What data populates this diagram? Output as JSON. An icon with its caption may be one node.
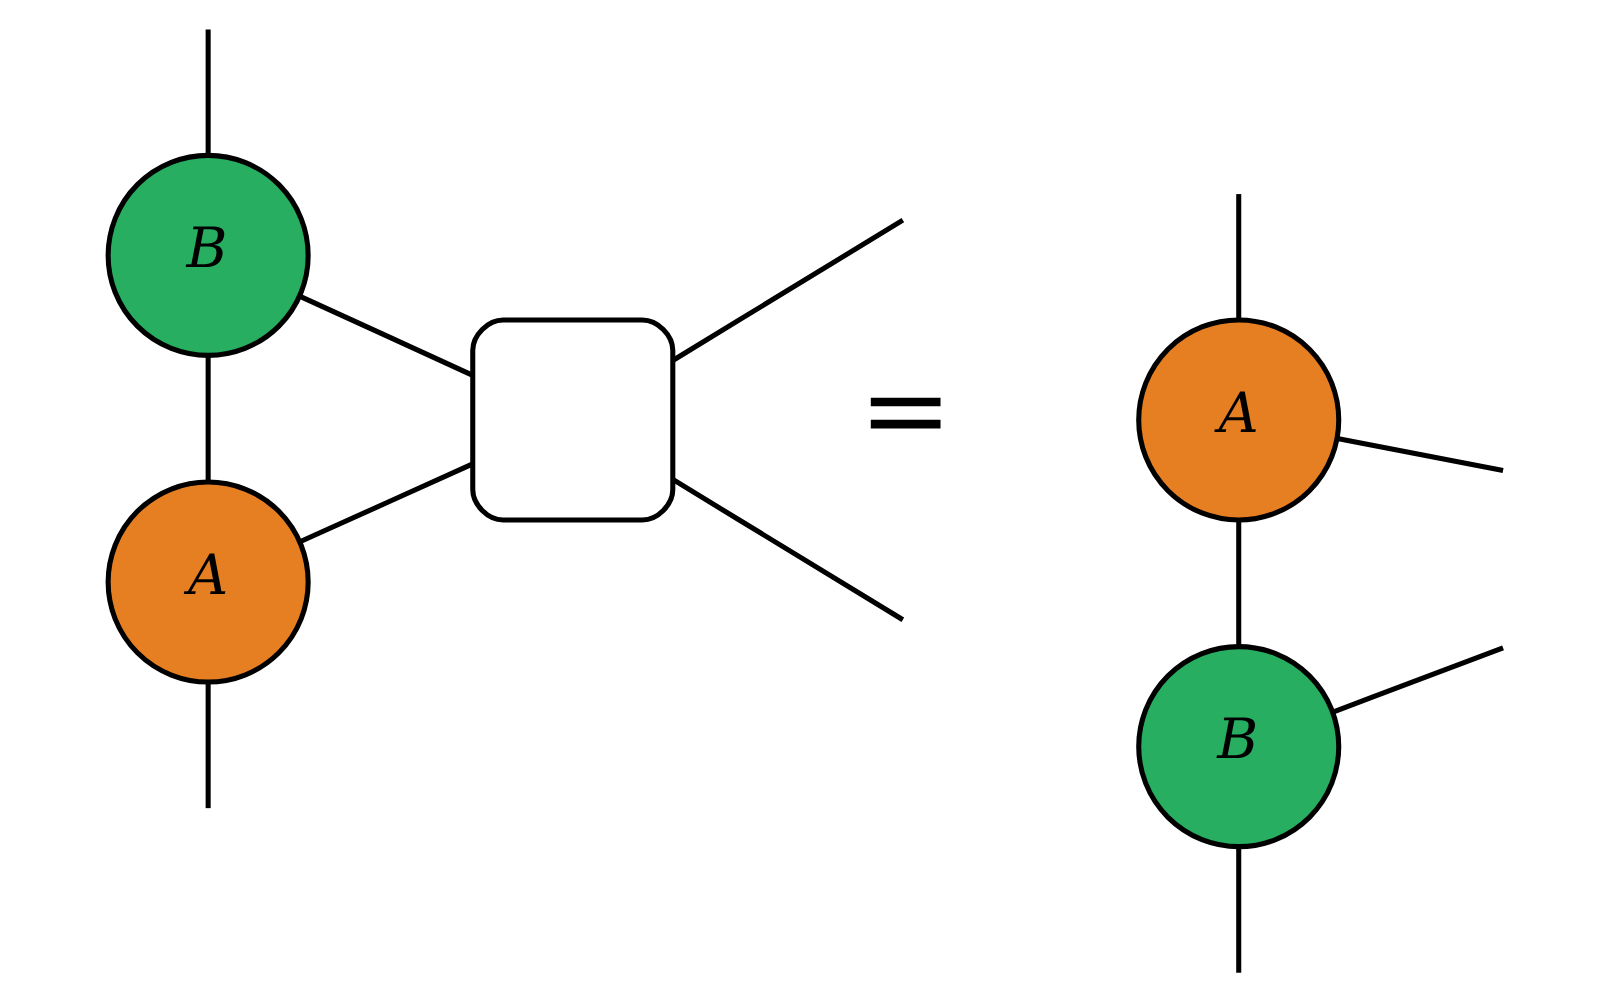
{
  "diagram": {
    "nodes": [
      {
        "text": [
          "B"
        ]
      },
      {
        "text": [
          "A"
        ]
      },
      {
        "text": [],
        "shape": "box"
      },
      {
        "text": [
          "A"
        ]
      },
      {
        "text": [
          "B"
        ]
      }
    ],
    "edges": [
      {
        "from": null,
        "to": 0,
        "arrow": "none"
      },
      {
        "from": 0,
        "to": 1,
        "arrow": "none"
      },
      {
        "from": 1,
        "to": null,
        "arrow": "none"
      },
      {
        "from": 0,
        "to": 2,
        "arrow": "none"
      },
      {
        "from": 1,
        "to": 2,
        "arrow": "none"
      },
      {
        "from": 2,
        "to": null,
        "arrow": "none"
      },
      {
        "from": 2,
        "to": null,
        "arrow": "none"
      },
      {
        "from": null,
        "to": 3,
        "arrow": "none"
      },
      {
        "from": 3,
        "to": 4,
        "arrow": "none"
      },
      {
        "from": 4,
        "to": null,
        "arrow": "none"
      },
      {
        "from": 3,
        "to": null,
        "arrow": "none"
      },
      {
        "from": 4,
        "to": null,
        "arrow": "none"
      }
    ],
    "labels": [
      "="
    ]
  }
}
